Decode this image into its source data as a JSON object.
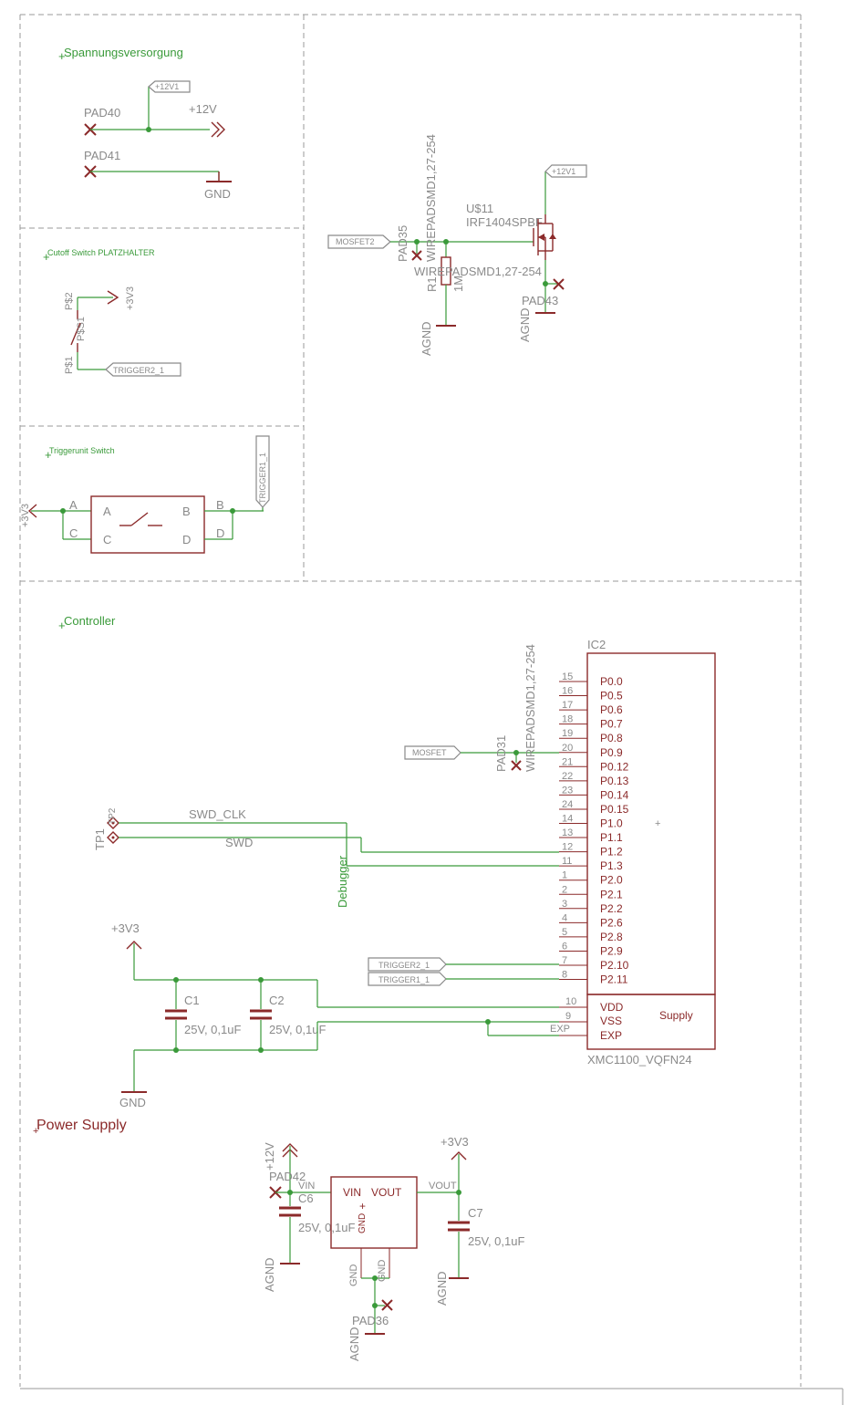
{
  "sections": {
    "power_input": "Spannungsversorgung",
    "cutoff": "Cutoff Switch PLATZHALTER",
    "trigger": "Triggerunit Switch",
    "controller": "Controller",
    "power_supply": "Power Supply"
  },
  "power_input": {
    "pad40": "PAD40",
    "pad41": "PAD41",
    "net_12v": "+12V",
    "net_gnd": "GND",
    "tag_12v1": "+12V1"
  },
  "cutoff": {
    "pin_p2": "P$2",
    "pin_p1": "P$1",
    "switch_name": "P$S1",
    "net_3v3": "+3V3",
    "tag_trigger2": "TRIGGER2_1"
  },
  "trigger": {
    "net_3v3": "+3V3",
    "pins": [
      "A",
      "C",
      "A",
      "C",
      "B",
      "D",
      "B",
      "D"
    ],
    "tag_trigger1": "TRIGGER1_1"
  },
  "mosfet_stage": {
    "tag_mosfet2": "MOSFET2",
    "pad35": "PAD35",
    "wirepad_vert": "WIREPADSMD1,27-254",
    "wirepad_horiz": "WIREPADSMD1,27-254",
    "r_name": "R1",
    "r_value": "1M",
    "agnd1": "AGND",
    "agnd2": "AGND",
    "part_name": "U$11",
    "part_value": "IRF1404SPBF",
    "pad43": "PAD43",
    "tag_12v1": "+12V1"
  },
  "controller": {
    "ic_name": "IC2",
    "ic_value": "XMC1100_VQFN24",
    "pins": [
      {
        "num": "15",
        "name": "P0.0"
      },
      {
        "num": "16",
        "name": "P0.5"
      },
      {
        "num": "17",
        "name": "P0.6"
      },
      {
        "num": "18",
        "name": "P0.7"
      },
      {
        "num": "19",
        "name": "P0.8"
      },
      {
        "num": "20",
        "name": "P0.9"
      },
      {
        "num": "21",
        "name": "P0.12"
      },
      {
        "num": "22",
        "name": "P0.13"
      },
      {
        "num": "23",
        "name": "P0.14"
      },
      {
        "num": "24",
        "name": "P0.15"
      },
      {
        "num": "14",
        "name": "P1.0"
      },
      {
        "num": "13",
        "name": "P1.1"
      },
      {
        "num": "12",
        "name": "P1.2"
      },
      {
        "num": "11",
        "name": "P1.3"
      },
      {
        "num": "1",
        "name": "P2.0"
      },
      {
        "num": "2",
        "name": "P2.1"
      },
      {
        "num": "3",
        "name": "P2.2"
      },
      {
        "num": "4",
        "name": "P2.6"
      },
      {
        "num": "5",
        "name": "P2.8"
      },
      {
        "num": "6",
        "name": "P2.9"
      },
      {
        "num": "7",
        "name": "P2.10"
      },
      {
        "num": "8",
        "name": "P2.11"
      }
    ],
    "supply_pins": [
      {
        "num": "10",
        "name": "VDD"
      },
      {
        "num": "9",
        "name": "VSS"
      },
      {
        "num": "",
        "name": "EXP"
      }
    ],
    "supply_label": "Supply",
    "tag_mosfet": "MOSFET",
    "pad31": "PAD31",
    "wirepad": "WIREPADSMD1,27-254",
    "tp_name": "TP1",
    "tp2_name": "TP2",
    "swd_clk": "SWD_CLK",
    "swd": "SWD",
    "debugger": "Debugger",
    "tag_trigger2": "TRIGGER2_1",
    "tag_trigger1": "TRIGGER1_1",
    "net_3v3": "+3V3",
    "net_gnd": "GND",
    "c1_name": "C1",
    "c1_value": "25V, 0,1uF",
    "c2_name": "C2",
    "c2_value": "25V, 0,1uF",
    "exp_label": "EXP"
  },
  "power_supply": {
    "net_12v": "+12V",
    "pad42": "PAD42",
    "vin_net": "VIN",
    "c6_name": "C6",
    "c6_value": "25V, 0,1uF",
    "agnd_left": "AGND",
    "reg_vin": "VIN",
    "reg_vout": "VOUT",
    "reg_gnd": "GND",
    "reg_gnd_b1": "GND",
    "reg_gnd_b2": "GND",
    "vout_net": "VOUT",
    "net_3v3": "+3V3",
    "c7_name": "C7",
    "c7_value": "25V, 0,1uF",
    "agnd_right": "AGND",
    "pad36": "PAD36",
    "agnd_bottom": "AGND"
  }
}
